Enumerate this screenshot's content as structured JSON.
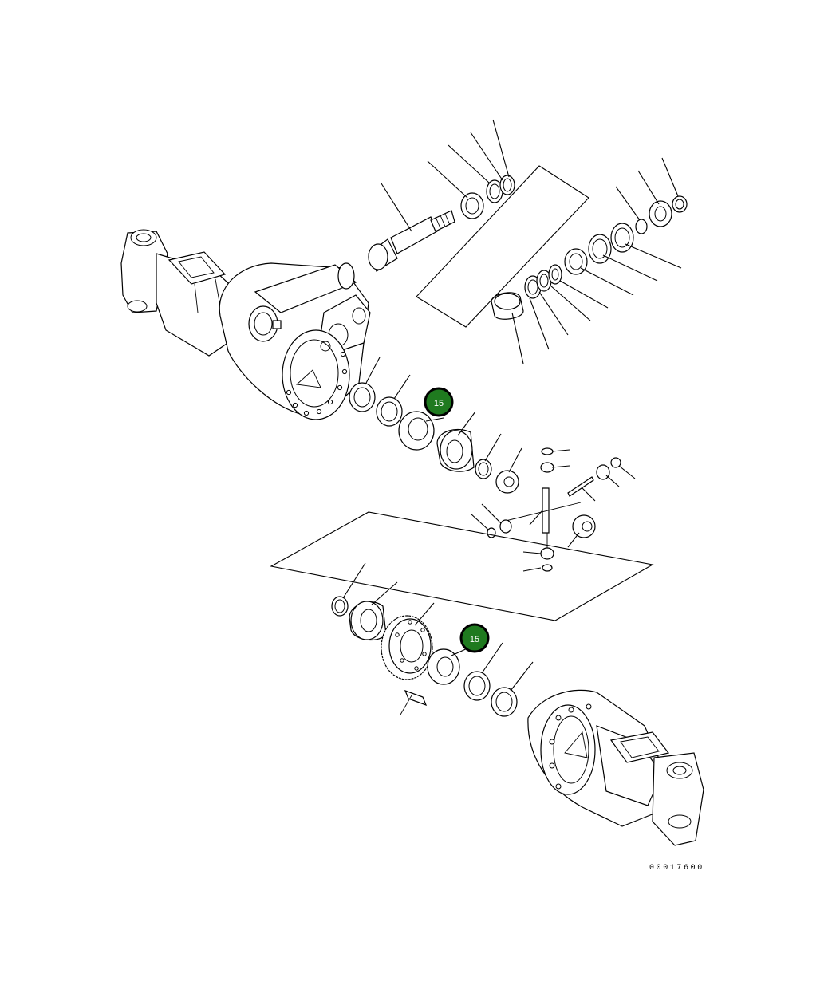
{
  "callouts": [
    {
      "label": "15"
    },
    {
      "label": "15"
    }
  ],
  "drawing_number": "00017600",
  "colors": {
    "callout_fill": "#1f7a1f",
    "line": "#000000",
    "background": "#ffffff"
  }
}
